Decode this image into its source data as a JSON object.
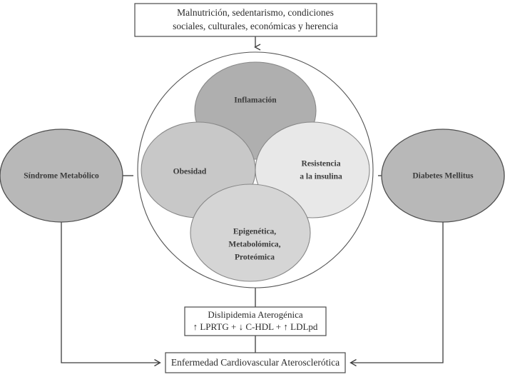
{
  "diagram": {
    "title_top_box": {
      "lines": [
        "Malnutrición, sedentarismo, condiciones",
        "sociales, culturales, económicas y herencia"
      ]
    },
    "left_node": {
      "label": "Síndrome Metabólico",
      "fill": "#b8b8b8"
    },
    "right_node": {
      "label": "Diabetes Mellitus",
      "fill": "#b8b8b8"
    },
    "venn": {
      "outer_circle_stroke": "#555555",
      "sets": [
        {
          "name": "inflamacion",
          "lines": [
            "Inflamación"
          ],
          "fill": "#b0b0b0"
        },
        {
          "name": "obesidad",
          "lines": [
            "Obesidad"
          ],
          "fill": "#c6c6c6"
        },
        {
          "name": "resistencia-insulina",
          "lines": [
            "Resistencia",
            "a la insulina"
          ],
          "fill": "#e8e8e8"
        },
        {
          "name": "omicas",
          "lines": [
            "Epigenética,",
            "Metabolómica,",
            "Proteómica"
          ],
          "fill": "#d4d4d4"
        }
      ]
    },
    "dyslipidemia_box": {
      "lines": [
        "Dislipidemia Aterogénica",
        "↑ LPRTG + ↓ C-HDL + ↑ LDLpd"
      ]
    },
    "outcome_box": {
      "label": "Enfermedad Cardiovascular Aterosclerótica"
    }
  },
  "chart_data": {
    "type": "diagram",
    "title": "Malnutrición, sedentarismo, condiciones sociales, culturales, económicas y herencia",
    "nodes": [
      {
        "id": "causes",
        "shape": "box",
        "text": "Malnutrición, sedentarismo, condiciones sociales, culturales, económicas y herencia"
      },
      {
        "id": "sindrome-metabolico",
        "shape": "ellipse",
        "text": "Síndrome Metabólico"
      },
      {
        "id": "diabetes-mellitus",
        "shape": "ellipse",
        "text": "Diabetes Mellitus"
      },
      {
        "id": "inflamacion",
        "shape": "circle",
        "text": "Inflamación"
      },
      {
        "id": "obesidad",
        "shape": "circle",
        "text": "Obesidad"
      },
      {
        "id": "resistencia-insulina",
        "shape": "circle",
        "text": "Resistencia a la insulina"
      },
      {
        "id": "omicas",
        "shape": "circle",
        "text": "Epigenética, Metabolómica, Proteómica"
      },
      {
        "id": "dislipidemia",
        "shape": "box",
        "text": "Dislipidemia Aterogénica ↑ LPRTG + ↓ C-HDL + ↑ LDLpd"
      },
      {
        "id": "ecva",
        "shape": "box",
        "text": "Enfermedad Cardiovascular Aterosclerótica"
      }
    ],
    "edges": [
      {
        "from": "causes",
        "to": "venn-cluster",
        "arrow": true
      },
      {
        "from": "sindrome-metabolico",
        "to": "venn-cluster",
        "arrow": false
      },
      {
        "from": "diabetes-mellitus",
        "to": "venn-cluster",
        "arrow": false
      },
      {
        "from": "venn-cluster",
        "to": "dislipidemia",
        "arrow": false
      },
      {
        "from": "dislipidemia",
        "to": "ecva",
        "arrow": false
      },
      {
        "from": "sindrome-metabolico",
        "to": "ecva",
        "arrow": true
      },
      {
        "from": "diabetes-mellitus",
        "to": "ecva",
        "arrow": true
      }
    ]
  }
}
